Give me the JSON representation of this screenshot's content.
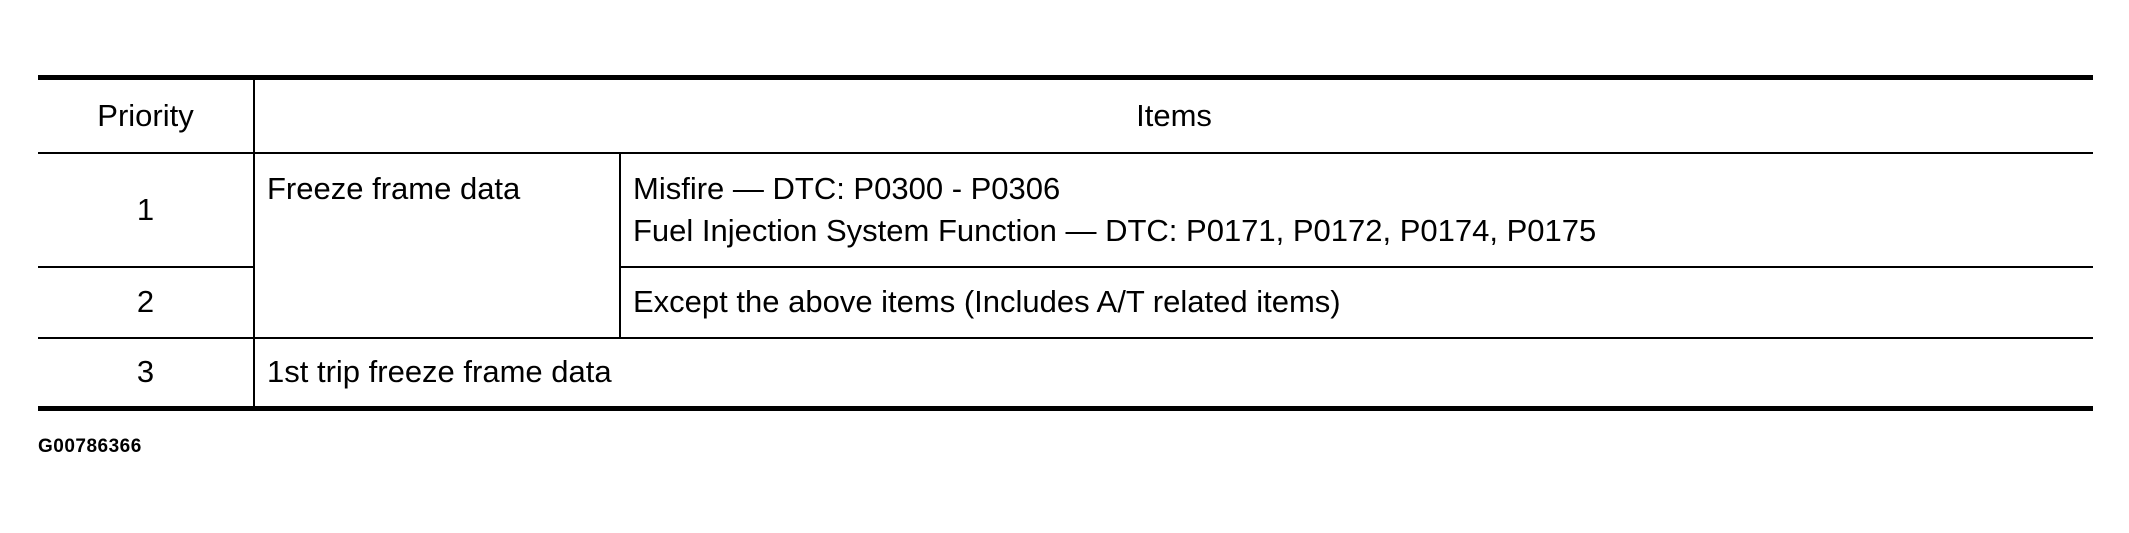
{
  "table": {
    "headers": {
      "priority": "Priority",
      "items": "Items"
    },
    "rows": [
      {
        "priority": "1",
        "group": "Freeze frame data",
        "details": [
          "Misfire — DTC: P0300 - P0306",
          "Fuel Injection System Function — DTC: P0171, P0172, P0174, P0175"
        ]
      },
      {
        "priority": "2",
        "details": [
          "Except the above items (Includes A/T related items)"
        ]
      },
      {
        "priority": "3",
        "group": "1st trip freeze frame data"
      }
    ]
  },
  "figure_code": "G00786366"
}
